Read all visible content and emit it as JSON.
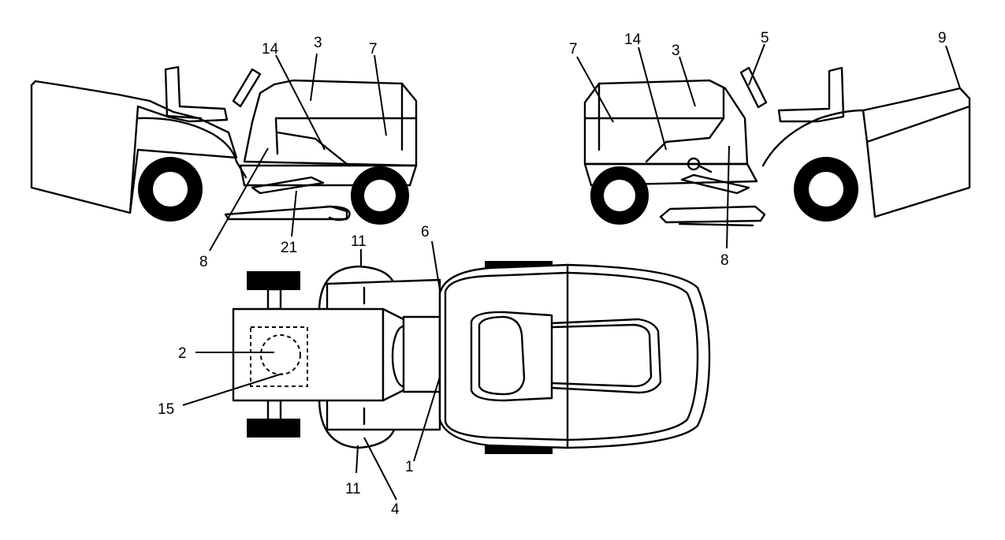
{
  "labels": {
    "left": {
      "l14": "14",
      "l3": "3",
      "l7": "7",
      "l8": "8",
      "l21": "21"
    },
    "right": {
      "l7": "7",
      "l14": "14",
      "l3": "3",
      "l5": "5",
      "l9": "9",
      "l8": "8"
    },
    "top": {
      "l11a": "11",
      "l6": "6",
      "l2": "2",
      "l15": "15",
      "l1": "1",
      "l11b": "11",
      "l4": "4"
    }
  },
  "colors": {
    "stroke": "#000000",
    "background": "#ffffff"
  }
}
